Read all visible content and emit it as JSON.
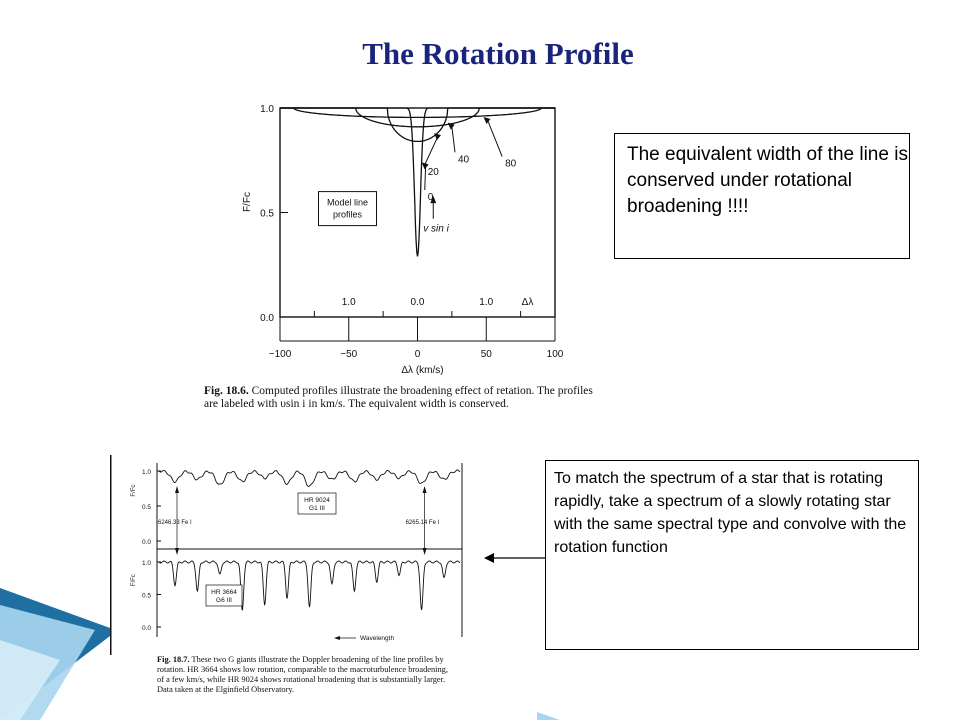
{
  "title": "The Rotation Profile",
  "box1_text": "The equivalent width of the line is conserved under rotational broadening !!!!",
  "box2_text": "To match the spectrum of a star that is rotating rapidly, take a spectrum of a slowly rotating star with the same spectral type and convolve with the rotation function",
  "figure1": {
    "caption_label": "Fig. 18.6.",
    "caption_text": "Computed profiles illustrate the broadening effect of retation. The profiles are labeled with υsin i in km/s. The equivalent width is conserved.",
    "legend_label": "Model line profiles",
    "curve_labels": [
      "80",
      "40",
      "20",
      "0"
    ],
    "vsini_label": "v sin i"
  },
  "figure2": {
    "caption_label": "Fig. 18.7.",
    "caption_text": "These two G giants illustrate the Doppler broadening of the line profiles by rotation. HR 3664 shows low rotation, comparable to the macroturbulence broadening, of a few km/s, while HR 9024 shows rotational broadening that is substantially larger. Data taken at the Elginfield Observatory.",
    "top_star": "HR 9024",
    "top_type": "G1 III",
    "bottom_star": "HR 3664",
    "bottom_type": "G6 III",
    "line_left": "6246.33 Fe I",
    "line_right": "6265.14 Fe I",
    "xlabel": "Wavelength",
    "ylabel": "F/Fc",
    "yticks": [
      "1.0",
      "0.5",
      "0.0"
    ]
  },
  "colors": {
    "title": "#1a237e",
    "slide_accent_dark": "#1f6fa3",
    "slide_accent_light": "#a9d6ef"
  },
  "chart_data": [
    {
      "type": "line",
      "x": [
        -100,
        -50,
        0,
        50,
        100
      ],
      "xlabel": "Δλ (km/s)",
      "ylabel": "F/Fc",
      "secondary_x_ticks": [
        "1.0",
        "0.0",
        "1.0",
        "Δλ"
      ],
      "ylim": [
        0.0,
        1.0
      ],
      "yticks": [
        0.0,
        0.5,
        1.0
      ],
      "xlim": [
        -100,
        100
      ],
      "series": [
        {
          "name": "0",
          "min_flux": 0.29,
          "half_width": 3
        },
        {
          "name": "20",
          "min_flux": 0.84,
          "half_width": 22
        },
        {
          "name": "40",
          "min_flux": 0.91,
          "half_width": 45
        },
        {
          "name": "80",
          "min_flux": 0.955,
          "half_width": 90
        }
      ]
    },
    {
      "type": "line",
      "xlabel": "Wavelength",
      "ylabel": "F/Fc",
      "yticks": [
        0.0,
        0.5,
        1.0
      ],
      "series": [
        {
          "name": "HR 9024",
          "spectral_type": "G1 III",
          "line_depth": [
            0.15,
            0.12,
            0.2,
            0.15,
            0.1,
            0.18,
            0.22,
            0.12,
            0.15,
            0.12,
            0.1,
            0.18,
            0.12
          ]
        },
        {
          "name": "HR 3664",
          "spectral_type": "G6 III",
          "line_depth": [
            0.35,
            0.45,
            0.2,
            0.75,
            0.65,
            0.55,
            0.7,
            0.35,
            0.45,
            0.3,
            0.2,
            0.75,
            0.25
          ]
        }
      ]
    }
  ]
}
